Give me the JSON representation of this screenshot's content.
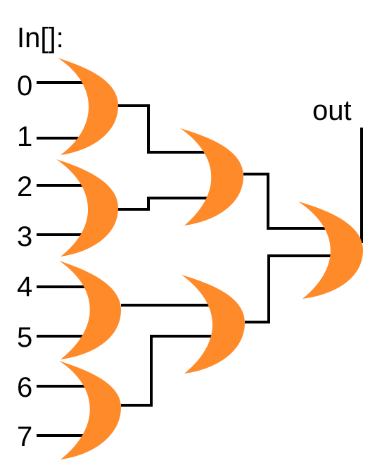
{
  "title": "In[]:",
  "output_label": "out",
  "inputs": [
    "0",
    "1",
    "2",
    "3",
    "4",
    "5",
    "6",
    "7"
  ],
  "gate_type": "OR",
  "colors": {
    "gate_fill": "#FF8A2A",
    "wire": "#000000",
    "text": "#000000",
    "background": "#FFFFFF"
  }
}
